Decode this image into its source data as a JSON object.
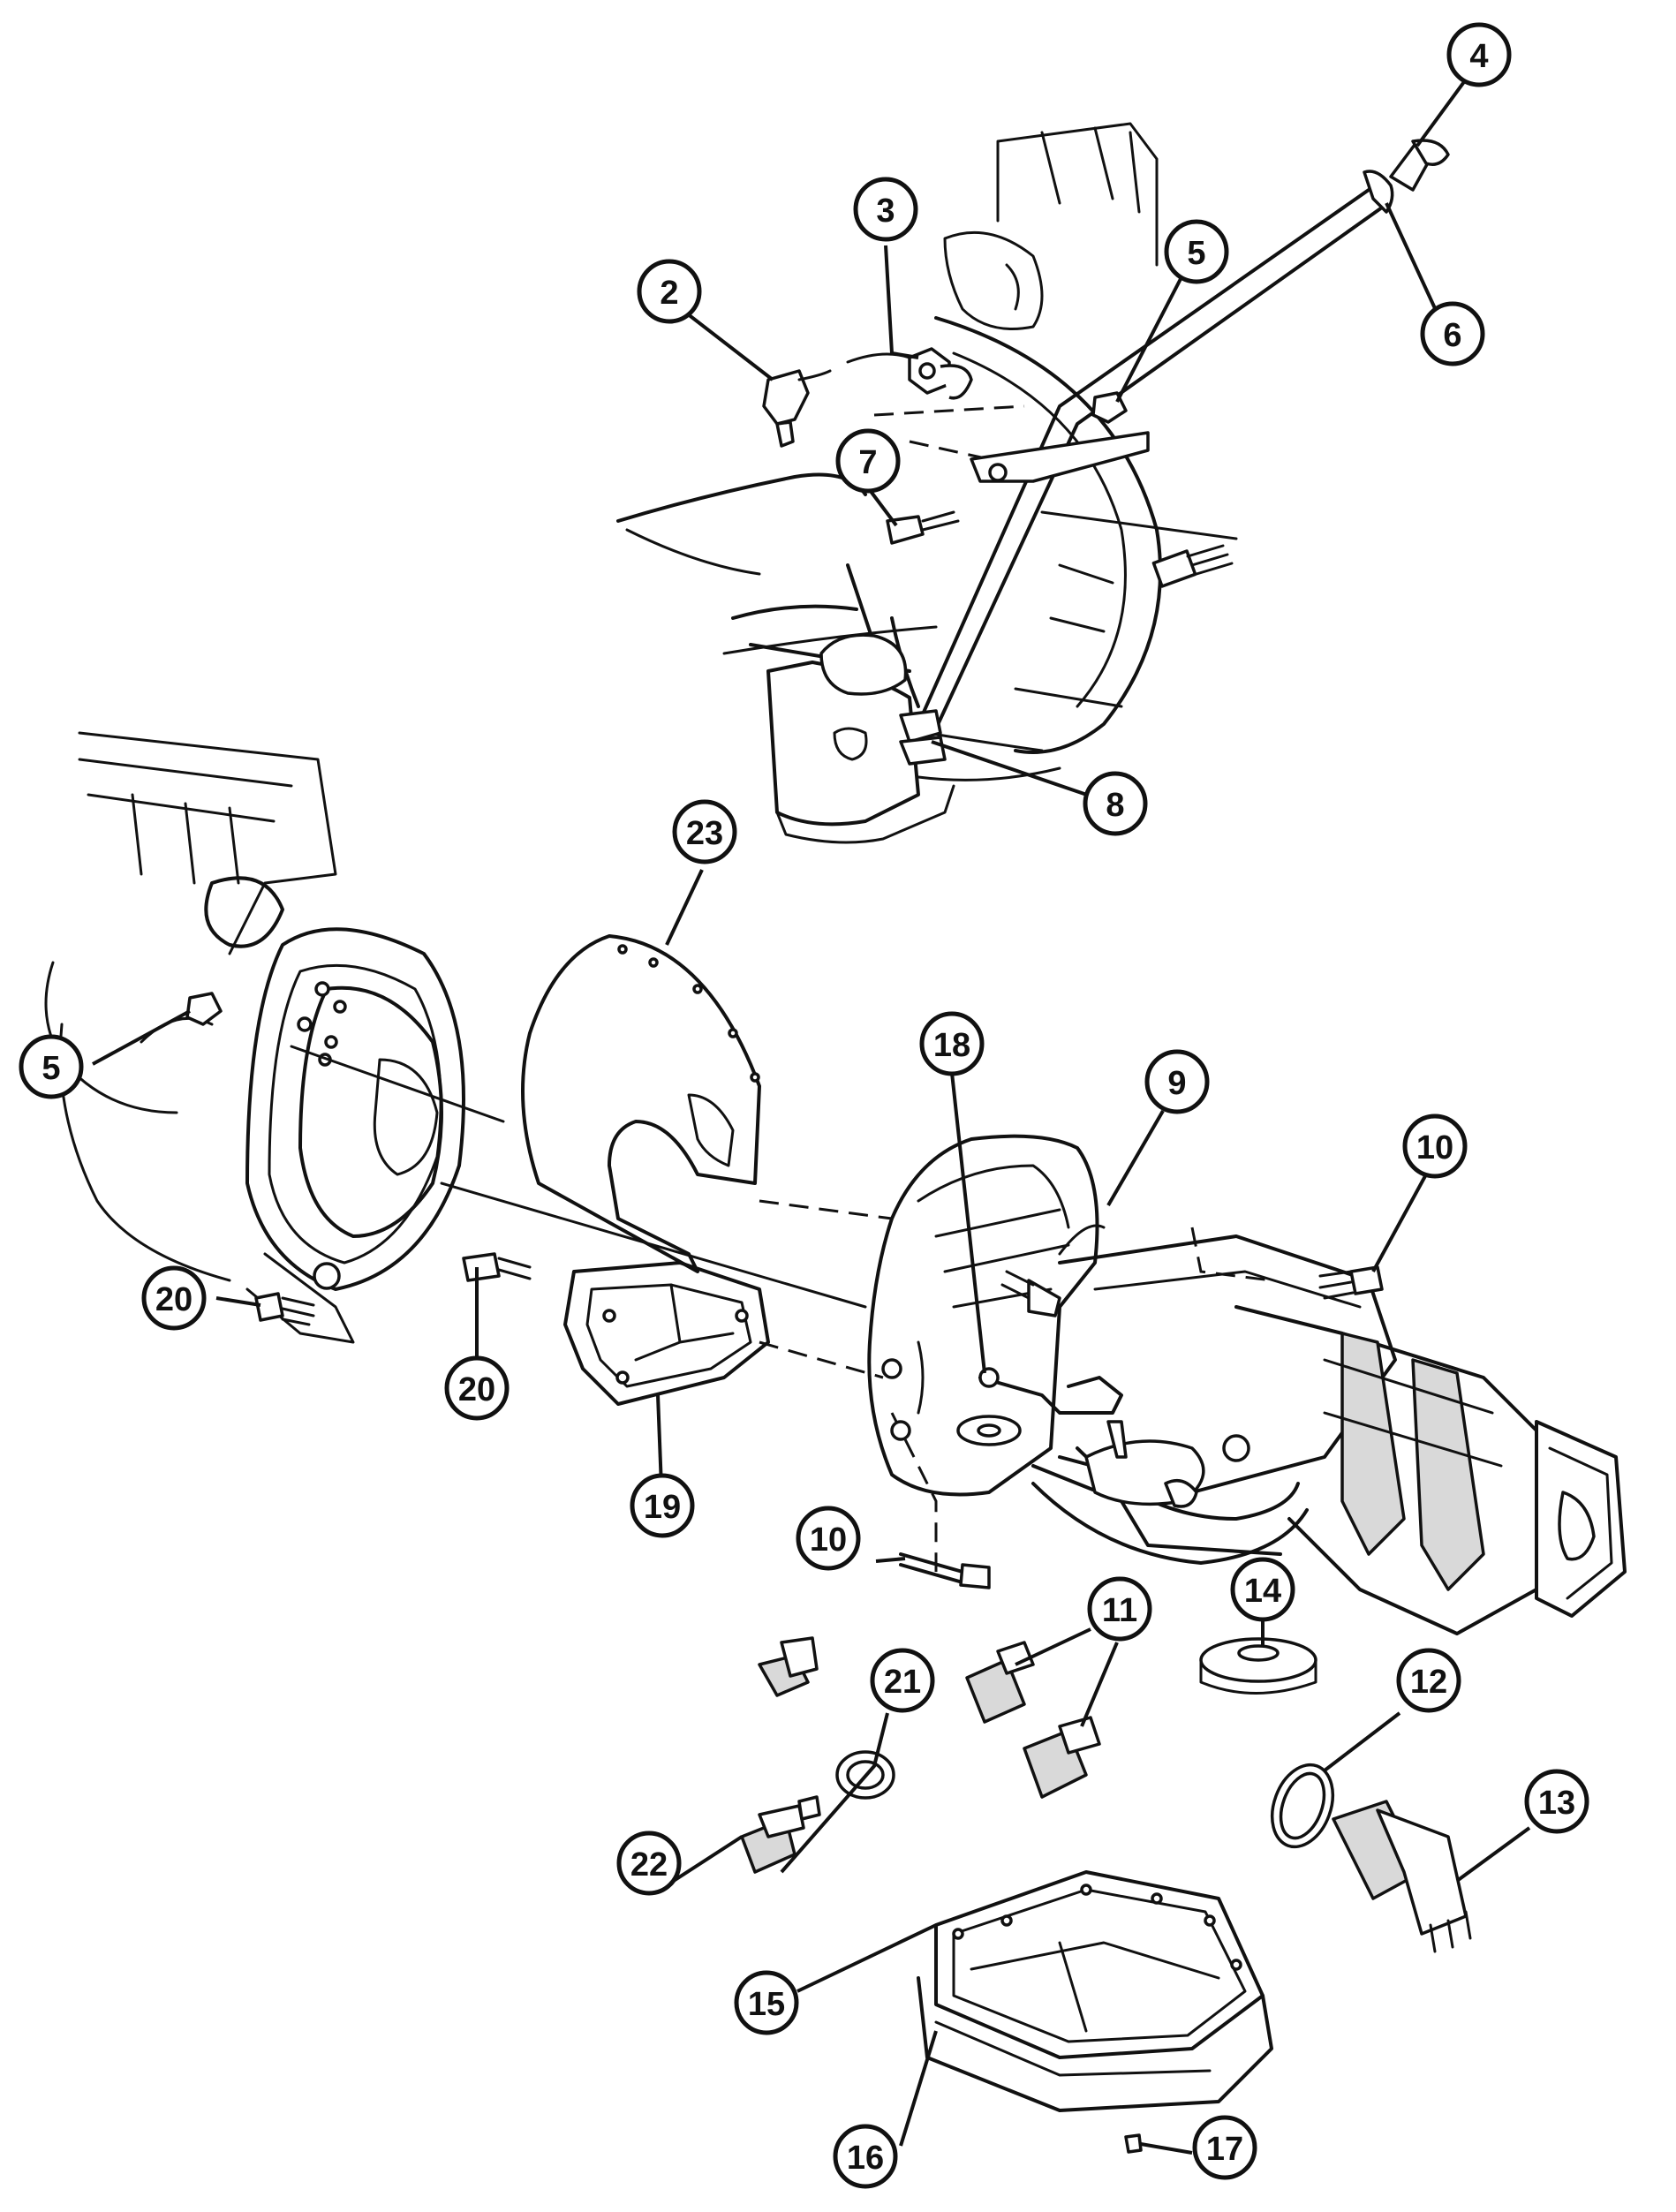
{
  "callouts": {
    "c2": "2",
    "c3": "3",
    "c4": "4",
    "c5a": "5",
    "c5b": "5",
    "c6": "6",
    "c7": "7",
    "c8": "8",
    "c9": "9",
    "c10a": "10",
    "c10b": "10",
    "c11": "11",
    "c12": "12",
    "c13": "13",
    "c14": "14",
    "c15": "15",
    "c16": "16",
    "c17": "17",
    "c18": "18",
    "c19": "19",
    "c20a": "20",
    "c20b": "20",
    "c21": "21",
    "c22": "22",
    "c23": "23"
  }
}
